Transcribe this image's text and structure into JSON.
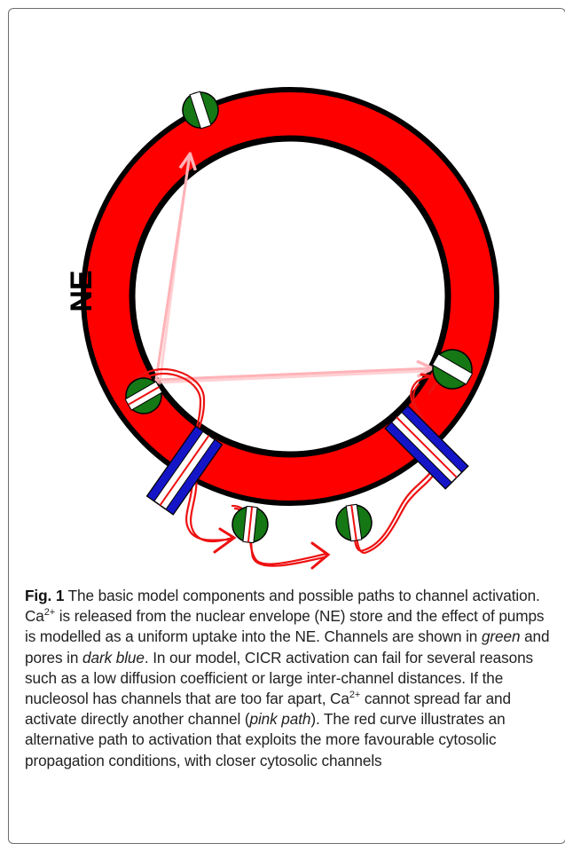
{
  "figure": {
    "ring_label": "NE",
    "colors": {
      "envelope": "#ff0000",
      "outline": "#000000",
      "channel": "#1a7a1a",
      "pore": "#1515c8",
      "cytosolic_path": "#ee0000",
      "nucleosolic_path": "#ffb3b8"
    }
  },
  "caption": {
    "fig_label": "Fig. 1",
    "s1": " The basic model components and possible paths to channel activation. Ca",
    "s2": " is released from the nuclear envelope (NE) store and the effect of pumps is modelled as a uniform uptake into the NE. Channels are shown in ",
    "green": "green",
    "s3": " and pores in ",
    "dark_blue": "dark blue",
    "s4": ". In our model, CICR activation can fail for several reasons such as a low diffusion coefficient or large inter-channel distances. If the nucleosol has channels that are too far apart, Ca",
    "s5": " cannot spread far and activate directly another channel (",
    "pink_path": "pink path",
    "s6": "). The red curve illustrates an alternative path to activation that exploits the more favourable cytosolic propagation conditions, with closer cytosolic channels",
    "ion_charge": "2+"
  }
}
